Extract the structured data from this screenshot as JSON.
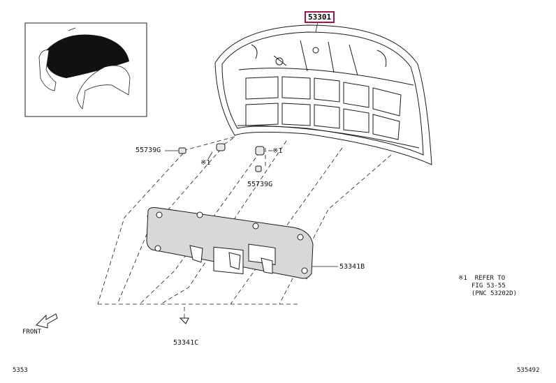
{
  "parts": {
    "hood_panel": "53301",
    "insulator": "53341B",
    "clip": "53341C",
    "bumper_left": "55739G",
    "bumper_center": "55739G"
  },
  "marks": {
    "ref_left": "※1",
    "ref_center": "※1"
  },
  "reference_note": {
    "line1": "※1  REFER TO",
    "line2": "FIG 53-55",
    "line3": "(PNC 53202D)"
  },
  "front_label": "FRONT",
  "page_code_left": "5353",
  "page_code_right": "535492",
  "colors": {
    "callout_border": "#a0154e",
    "line": "#1a1a1a",
    "insulator_fill": "#d8d8d8"
  }
}
